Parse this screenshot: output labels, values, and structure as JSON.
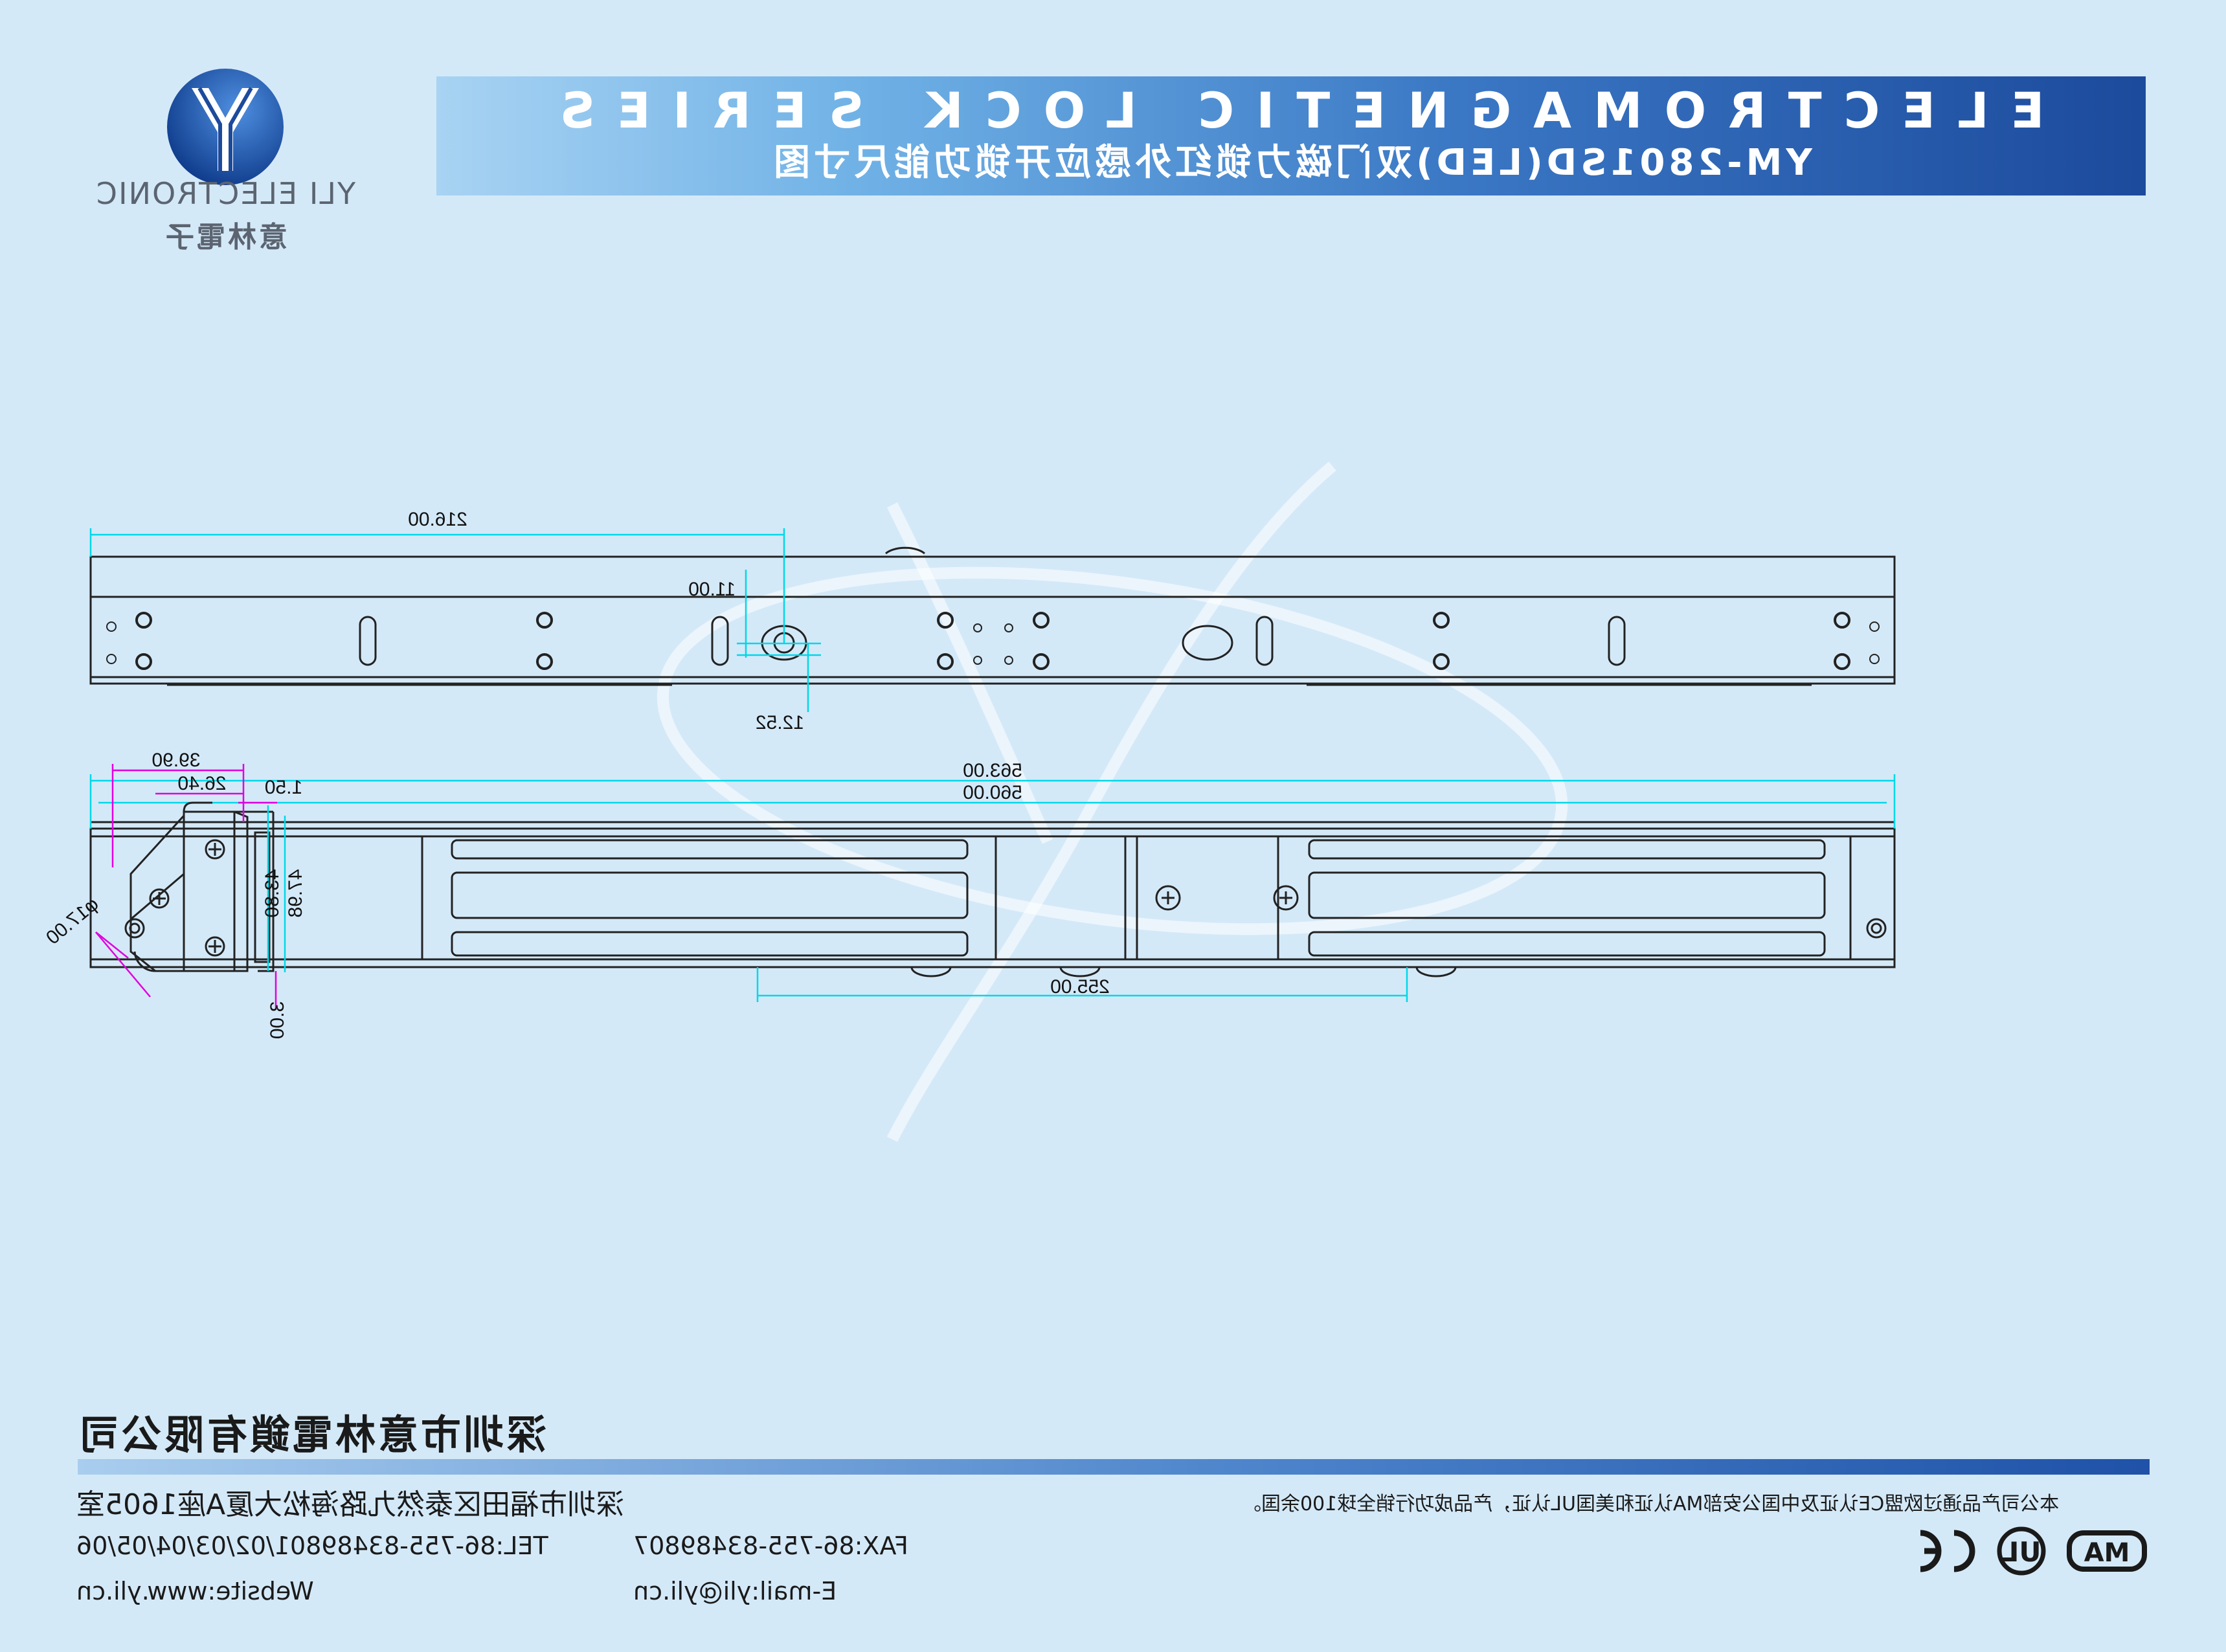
{
  "header": {
    "series_title": "ELECTROMAGNETIC LOCK SERIES",
    "model_title": "YM-2801SD(LED)双门磁力锁红外感应开锁功能尺寸图"
  },
  "brand": {
    "name_en": "YLI ELECTRONIC",
    "name_cn": "意林電子",
    "logo_icon": "yli-y-logo-icon"
  },
  "dimensions": {
    "top_view": {
      "d216": "216.00",
      "d11": "11.00",
      "d1252": "12.52"
    },
    "front_view": {
      "d563": "563.00",
      "d560": "560.00",
      "d255": "255.00"
    },
    "side_view": {
      "d3990": "39.90",
      "d2640": "26.40",
      "d150": "1.50",
      "d4798": "47.98",
      "d4380": "43.80",
      "d300": "3.00",
      "d1700": "φ17.00"
    }
  },
  "footer": {
    "company": "深圳市意林電鎖有限公司",
    "address": "深圳市福田区泰然九路海松大厦A座1605室",
    "tel": "TEL:86-755-83489801/02/03/04/05/06",
    "fax": "FAX:86-755-83489807",
    "website": "Website:www.yli.cn",
    "email": "E-mail:yli@yli.cn",
    "cert_note": "本公司产品通过欧盟CE认证及中国公安部MA认证和美国UL认证，产品成功行销全球100余国。",
    "cert_marks": [
      "CE",
      "UL",
      "MA"
    ]
  },
  "colors": {
    "banner_dark": "#1c4a9c",
    "banner_light": "#a8d3f3",
    "background": "#d4e9f8",
    "dimension_line": "#00d8e8",
    "dimension_leader": "#e000e0"
  }
}
